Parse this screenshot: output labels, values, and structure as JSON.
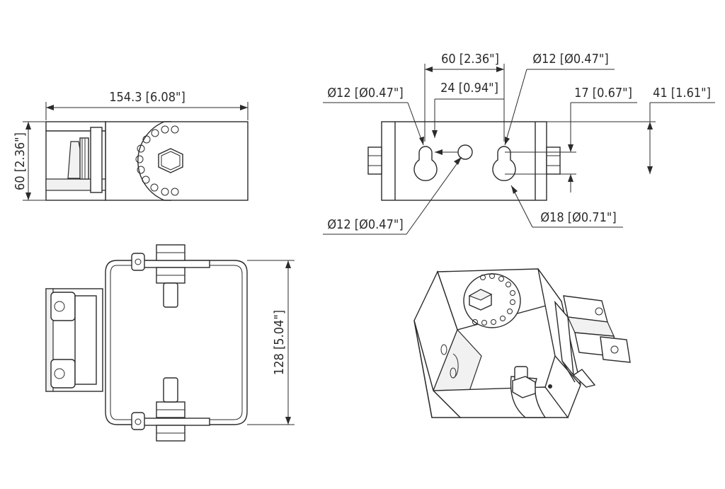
{
  "dimensions": {
    "top_left_width": "154.3 [6.08\"]",
    "top_left_height": "60 [2.36\"]",
    "top_right_span": "60 [2.36\"]",
    "top_right_hole_top_left": "Ø12 [Ø0.47\"]",
    "top_right_hole_top_right": "Ø12 [Ø0.47\"]",
    "top_right_offset": "24 [0.94\"]",
    "top_right_right_offset": "17 [0.67\"]",
    "top_right_height": "41 [1.61\"]",
    "top_right_center_hole": "Ø12 [Ø0.47\"]",
    "top_right_slot": "Ø18 [Ø0.71\"]",
    "bottom_left_height": "128 [5.04\"]"
  }
}
